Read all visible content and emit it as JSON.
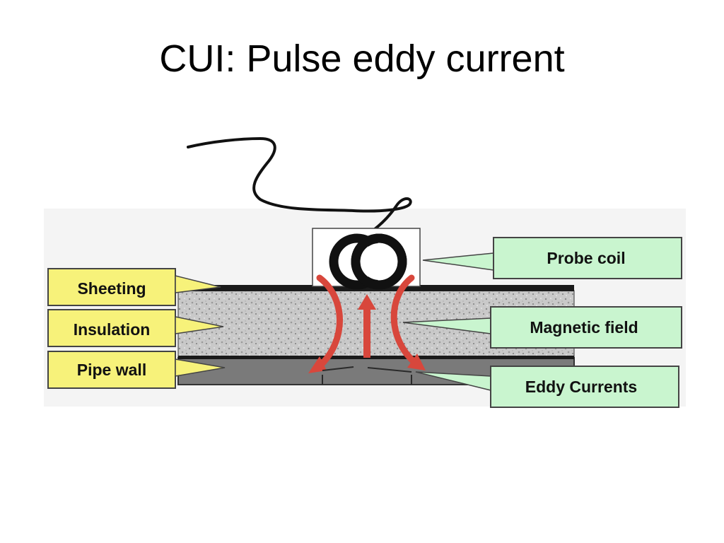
{
  "slide": {
    "title": "CUI: Pulse eddy current"
  },
  "diagram": {
    "left_labels": {
      "sheeting": "Sheeting",
      "insulation": "Insulation",
      "pipe_wall": "Pipe wall"
    },
    "right_labels": {
      "probe_coil": "Probe coil",
      "magnetic_field": "Magnetic field",
      "eddy_currents": "Eddy Currents"
    },
    "colors": {
      "left_label_fill": "#f7f27a",
      "right_label_fill": "#c9f5cf",
      "arrow": "#e0453a",
      "sheeting": "#1a1a1a",
      "insulation": "#c8c8c8",
      "pipe_wall": "#7a7a7a"
    }
  }
}
